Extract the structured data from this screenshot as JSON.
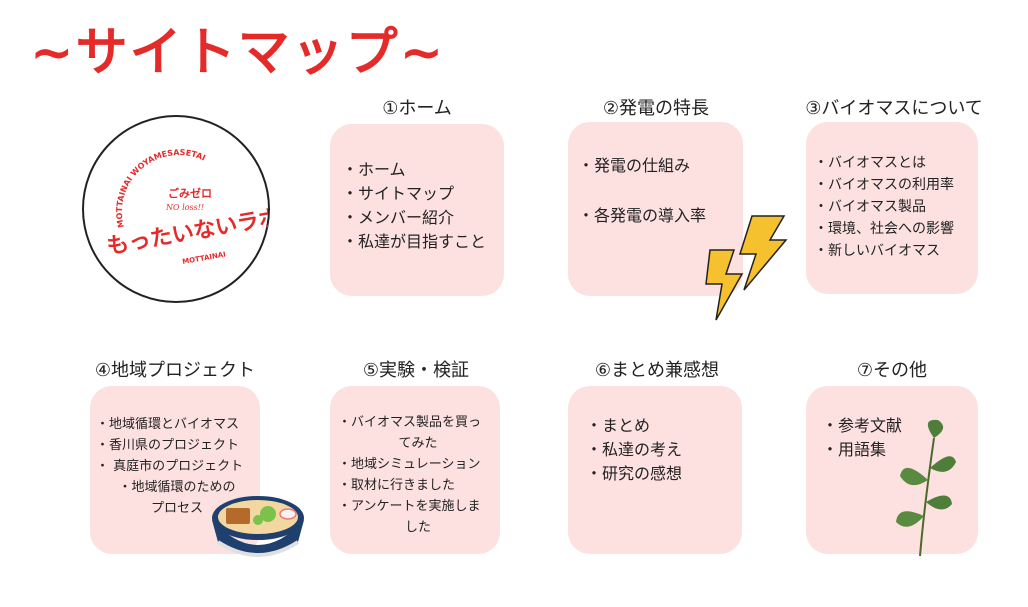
{
  "page": {
    "title": "~サイトマップ~"
  },
  "logo": {
    "main_text": "もったいないラボ",
    "arc_text": "MOTTAINAI WOYAMESASETAI",
    "badge": "ごみゼロ",
    "tagline": "NO loss!!",
    "sub_text": "MOTTAINAI"
  },
  "sections": [
    {
      "heading": "①ホーム",
      "items": [
        "・ホーム",
        "・サイトマップ",
        "・メンバー紹介",
        "・私達が目指すこと"
      ]
    },
    {
      "heading": "②発電の特長",
      "items": [
        "・発電の仕組み",
        "・各発電の導入率"
      ]
    },
    {
      "heading": "③バイオマスについて",
      "items": [
        "・バイオマスとは",
        "・バイオマスの利用率",
        "・バイオマス製品",
        "・環境、社会への影響",
        "・新しいバイオマス"
      ]
    },
    {
      "heading": "④地域プロジェクト",
      "items": [
        "・地域循環とバイオマス",
        "・香川県のプロジェクト",
        "・ 真庭市のプロジェクト",
        "・地域循環のための",
        "プロセス"
      ]
    },
    {
      "heading": "⑤実験・検証",
      "items": [
        "・バイオマス製品を買っ",
        "てみた",
        "・地域シミュレーション",
        "・取材に行きました",
        "・アンケートを実施しま",
        "した"
      ]
    },
    {
      "heading": "⑥まとめ兼感想",
      "items": [
        "・まとめ",
        "・私達の考え",
        "・研究の感想"
      ]
    },
    {
      "heading": "⑦その他",
      "items": [
        "・参考文献",
        "・用語集"
      ]
    }
  ],
  "colors": {
    "title": "#e52a2a",
    "card_background": "#fde0e0",
    "lightning": "#f5c12e",
    "leaf": "#4f7d3a",
    "bowl": "#1f3f6e"
  },
  "icons": [
    "lightning-icon",
    "udon-bowl-icon",
    "leaf-branch-icon"
  ]
}
